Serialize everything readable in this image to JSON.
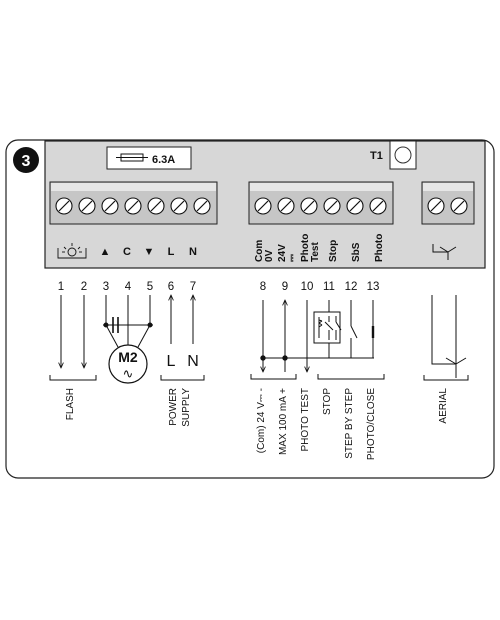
{
  "step_badge": "3",
  "board": {
    "fuse_rating": "6.3A",
    "transformer_label": "T1",
    "block_left_labels": [
      "▲",
      "C",
      "▼",
      "L",
      "N"
    ],
    "block_mid_labels": [
      "Com\n0V",
      "24V\n⎓",
      "Photo\nTest",
      "Stop",
      "SbS",
      "Photo"
    ]
  },
  "terminals": [
    "1",
    "2",
    "3",
    "4",
    "5",
    "6",
    "7",
    "8",
    "9",
    "10",
    "11",
    "12",
    "13"
  ],
  "motor_label": "M2",
  "motor_symbol": "∿",
  "power_letters": [
    "L",
    "N"
  ],
  "groups": {
    "flash": "FLASH",
    "power_line1": "POWER",
    "power_line2": "SUPPLY",
    "com": "(Com) 24 V⎓ -",
    "max": "MAX 100 mA +",
    "photo_test": "PHOTO TEST",
    "stop": "STOP",
    "step_by_step": "STEP BY STEP",
    "photo_close": "PHOTO/CLOSE",
    "aerial": "AERIAL"
  }
}
